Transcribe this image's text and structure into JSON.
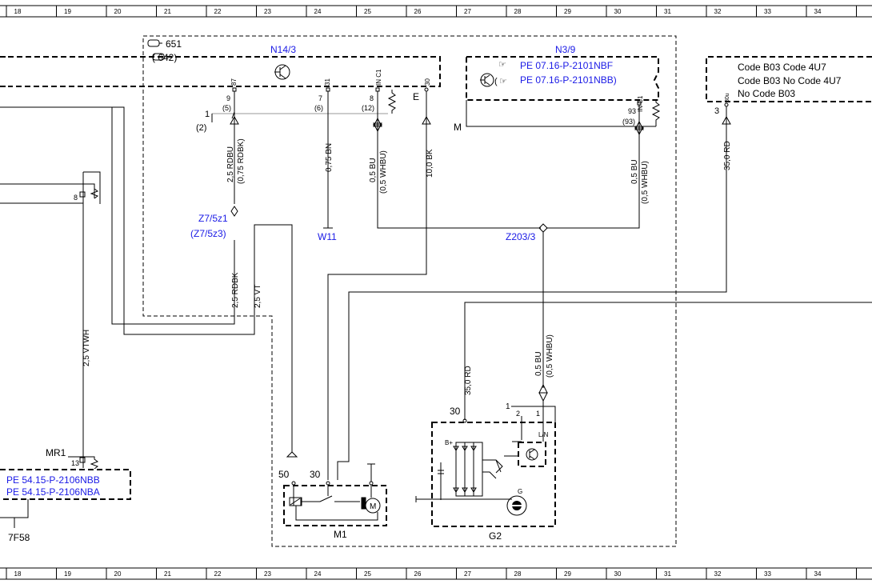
{
  "ruler": {
    "columns": [
      "18",
      "19",
      "20",
      "21",
      "22",
      "23",
      "24",
      "25",
      "26",
      "27",
      "28",
      "29",
      "30",
      "31",
      "32",
      "33",
      "34"
    ]
  },
  "engine": {
    "variant_a": "651",
    "variant_b": "(   642)"
  },
  "n14": {
    "label": "N14/3",
    "pins": [
      "87",
      "31",
      "IN C1",
      "30"
    ],
    "pin_nums": [
      "9",
      "7",
      "8"
    ],
    "pin_nums_alt": [
      "(5)",
      "(6)",
      "(12)"
    ],
    "e_label": "E",
    "left_1": "1",
    "left_2": "(2)"
  },
  "n3": {
    "label": "N3/9",
    "refs": [
      "PE 07.16-P-2101NBF",
      "PE 07.16-P-2101NBB)"
    ],
    "ref_prefix": "(",
    "pin": "IN C1",
    "pin_num": "93",
    "pin_num_alt": "(93)",
    "m_label": "M"
  },
  "codes": {
    "line1": "Code B03   Code 4U7",
    "line2": "Code B03   No  Code 4U7",
    "line3": "No  Code B03",
    "pin": "30u",
    "pin_num": "3"
  },
  "wires": {
    "w1": "2,5 RDBU",
    "w1b": "(0,75 RDBK)",
    "w2": "0,75 BN",
    "w3": "0,5 BU",
    "w3b": "(0,5 WHBU)",
    "w4": "10,0 BK",
    "w5": "0,5 BU",
    "w5b": "(0,5 WHBU)",
    "w6": "35,0 RD",
    "w7": "2,5 VTWH",
    "w8": "2,5 RDBK",
    "w9": "2,5 VT",
    "w10": "35,0 RD",
    "w11": "0,5 BU",
    "w11b": "(0,5 WHBU)"
  },
  "connectors": {
    "z7": "Z7/5z1",
    "z7b": "(Z7/5z3)",
    "w11": "W11",
    "z203": "Z203/3",
    "pin8": "8",
    "mr1": "MR1",
    "pin13": "13"
  },
  "m1": {
    "label": "M1",
    "pin50": "50",
    "pin30": "30",
    "motor": "M"
  },
  "g2": {
    "label": "G2",
    "pin30": "30",
    "pin1": "1",
    "pin2": "2",
    "pin1b": "1",
    "ln": "L/N",
    "bplus": "B+",
    "g": "G"
  },
  "pe_refs": [
    "PE 54.15-P-2106NBB",
    "PE 54.15-P-2106NBA"
  ],
  "f58": "7F58"
}
